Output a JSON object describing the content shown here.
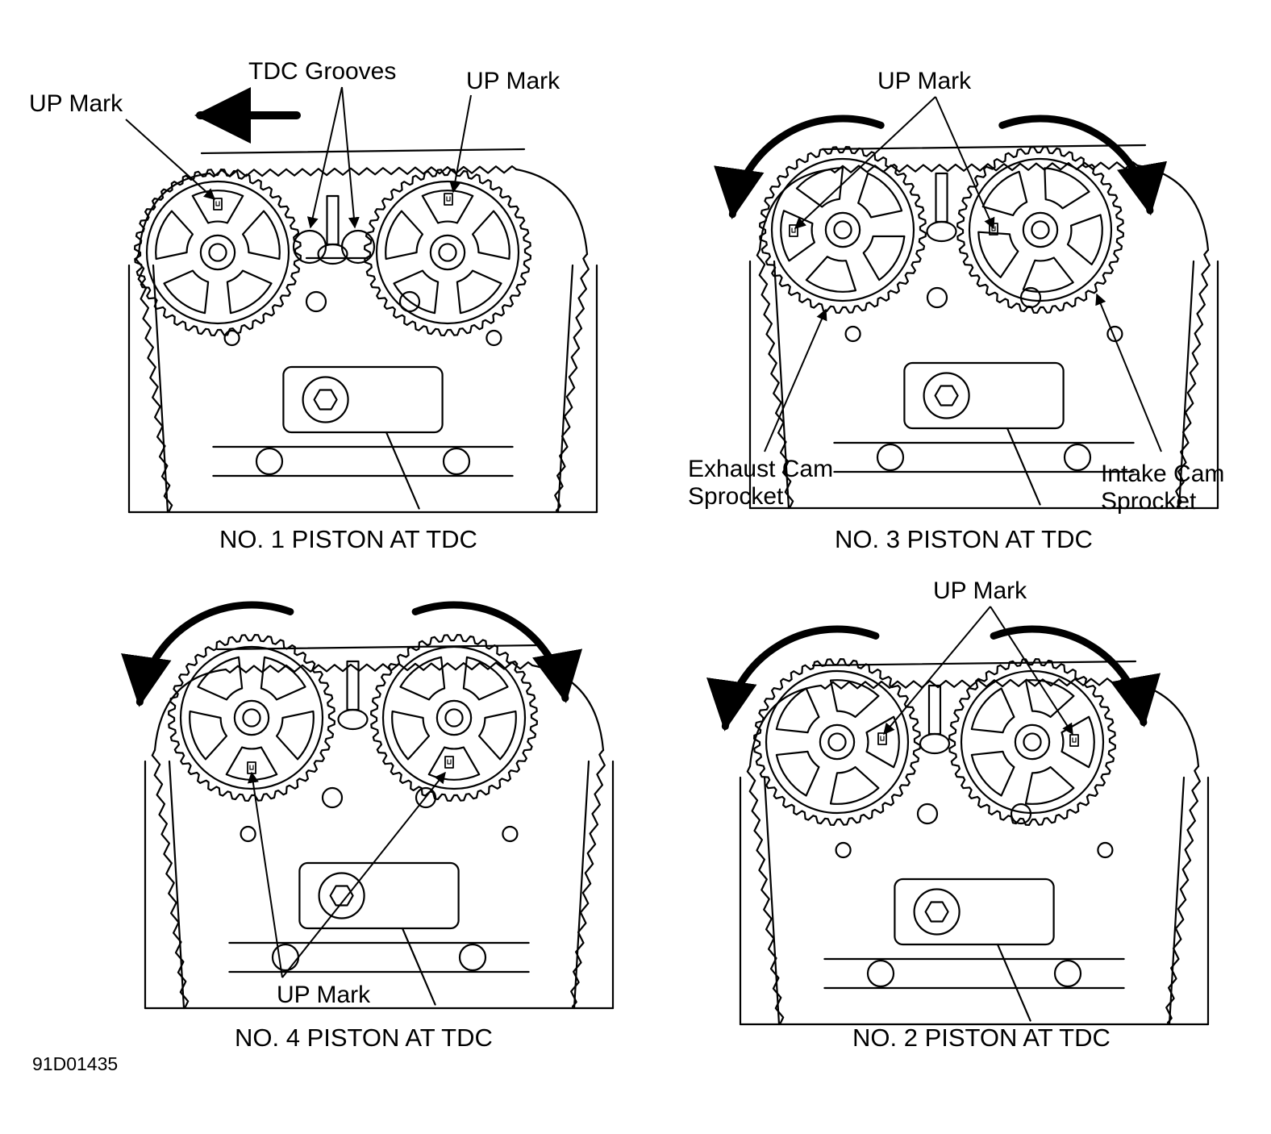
{
  "figure_id": "91D01435",
  "panels": [
    {
      "caption": "NO. 1 PISTON AT TDC",
      "labels": {
        "left_up_mark": "UP Mark",
        "tdc_grooves": "TDC Grooves",
        "right_up_mark": "UP Mark"
      }
    },
    {
      "caption": "NO. 3 PISTON AT TDC",
      "labels": {
        "up_mark": "UP Mark",
        "exhaust": [
          "Exhaust Cam",
          "Sprocket"
        ],
        "intake": [
          "Intake Cam",
          "Sprocket"
        ]
      }
    },
    {
      "caption": "NO. 4 PISTON AT TDC",
      "labels": {
        "up_mark": "UP Mark"
      }
    },
    {
      "caption": "NO. 2 PISTON AT TDC",
      "labels": {
        "up_mark": "UP Mark"
      }
    }
  ],
  "colors": {
    "ink": "#000000",
    "paper": "#ffffff"
  }
}
